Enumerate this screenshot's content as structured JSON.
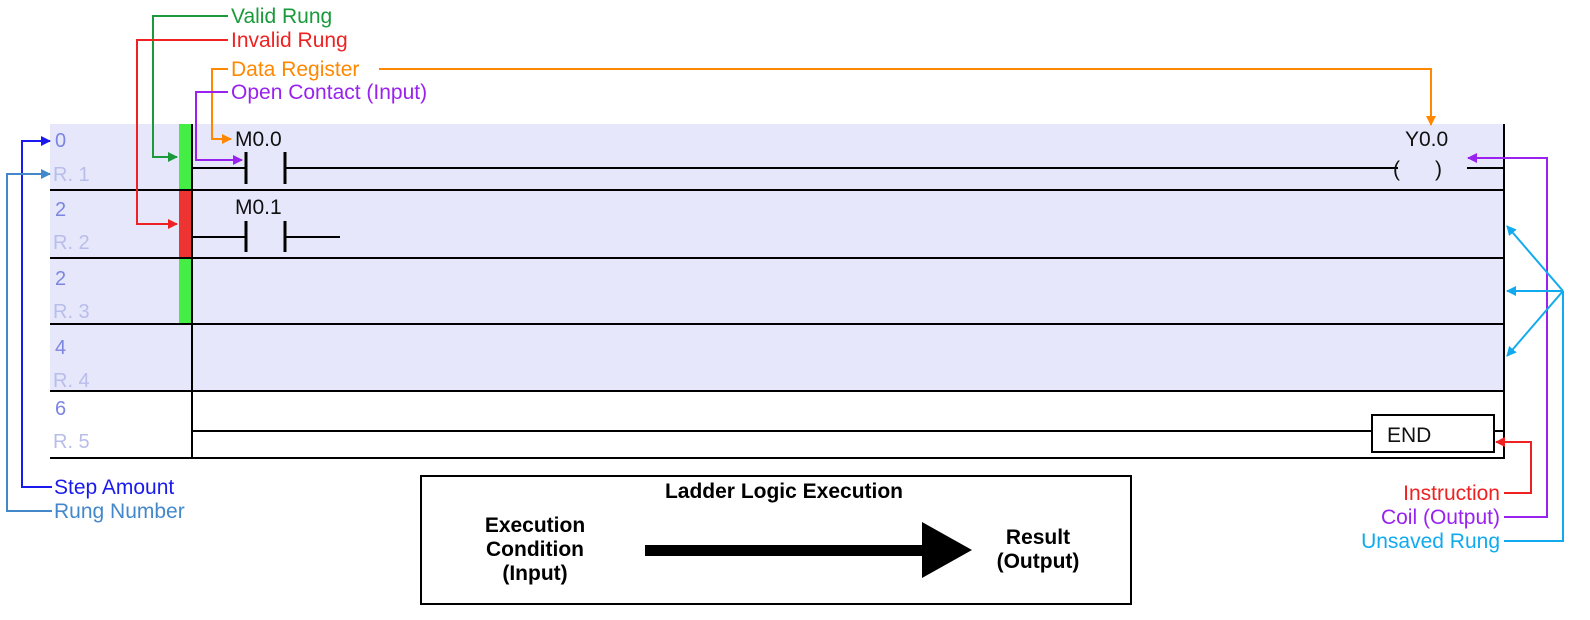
{
  "annotations": {
    "valid_rung": "Valid Rung",
    "invalid_rung": "Invalid Rung",
    "data_register": "Data Register",
    "open_contact": "Open Contact (Input)",
    "step_amount": "Step Amount",
    "rung_number": "Rung Number",
    "instruction": "Instruction",
    "coil_output": "Coil (Output)",
    "unsaved_rung": "Unsaved Rung"
  },
  "colors": {
    "valid": "#1a9a3a",
    "invalid": "#ee2222",
    "data_register": "#ff8800",
    "open_contact": "#9922ee",
    "step_amount": "#1a1aee",
    "rung_number": "#4488cc",
    "unsaved": "#11aaee",
    "rung_bg": "#e6e7fa",
    "valid_bar": "#44ee44",
    "invalid_bar": "#ee3333"
  },
  "rungs": [
    {
      "step": "0",
      "label": "R. 1",
      "status": "valid",
      "unsaved": false
    },
    {
      "step": "2",
      "label": "R. 2",
      "status": "invalid",
      "unsaved": true
    },
    {
      "step": "2",
      "label": "R. 3",
      "status": "valid",
      "unsaved": true
    },
    {
      "step": "4",
      "label": "R. 4",
      "status": "none",
      "unsaved": true
    },
    {
      "step": "6",
      "label": "R. 5",
      "status": "none",
      "unsaved": false
    }
  ],
  "contacts": {
    "m00": "M0.0",
    "m01": "M0.1"
  },
  "coil": {
    "register": "Y0.0",
    "symbol": "(      )"
  },
  "end_instruction": "END",
  "execution_box": {
    "title": "Ladder Logic Execution",
    "input_lines": [
      "Execution",
      "Condition",
      "(Input)"
    ],
    "output_lines": [
      "Result",
      "(Output)"
    ]
  }
}
